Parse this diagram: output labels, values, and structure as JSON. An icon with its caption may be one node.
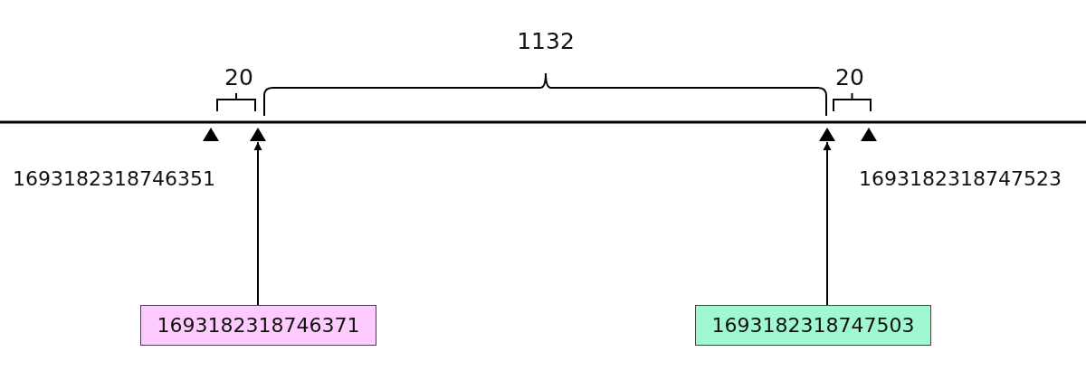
{
  "diagram": {
    "nodes": [
      {
        "text": [],
        "shape": "triangle",
        "beside": [
          "1693182318746351"
        ]
      },
      {
        "text": [],
        "shape": "triangle"
      },
      {
        "text": [],
        "shape": "triangle"
      },
      {
        "text": [],
        "shape": "triangle",
        "beside": [
          "1693182318747523"
        ]
      },
      {
        "text": [
          "1693182318746371"
        ]
      },
      {
        "text": [
          "1693182318747503"
        ]
      }
    ],
    "edges": [
      {
        "from": 4,
        "to": 1,
        "arrow": "to"
      },
      {
        "from": 5,
        "to": 2,
        "arrow": "to"
      }
    ],
    "labels": [
      "1132",
      "20",
      "20"
    ]
  }
}
